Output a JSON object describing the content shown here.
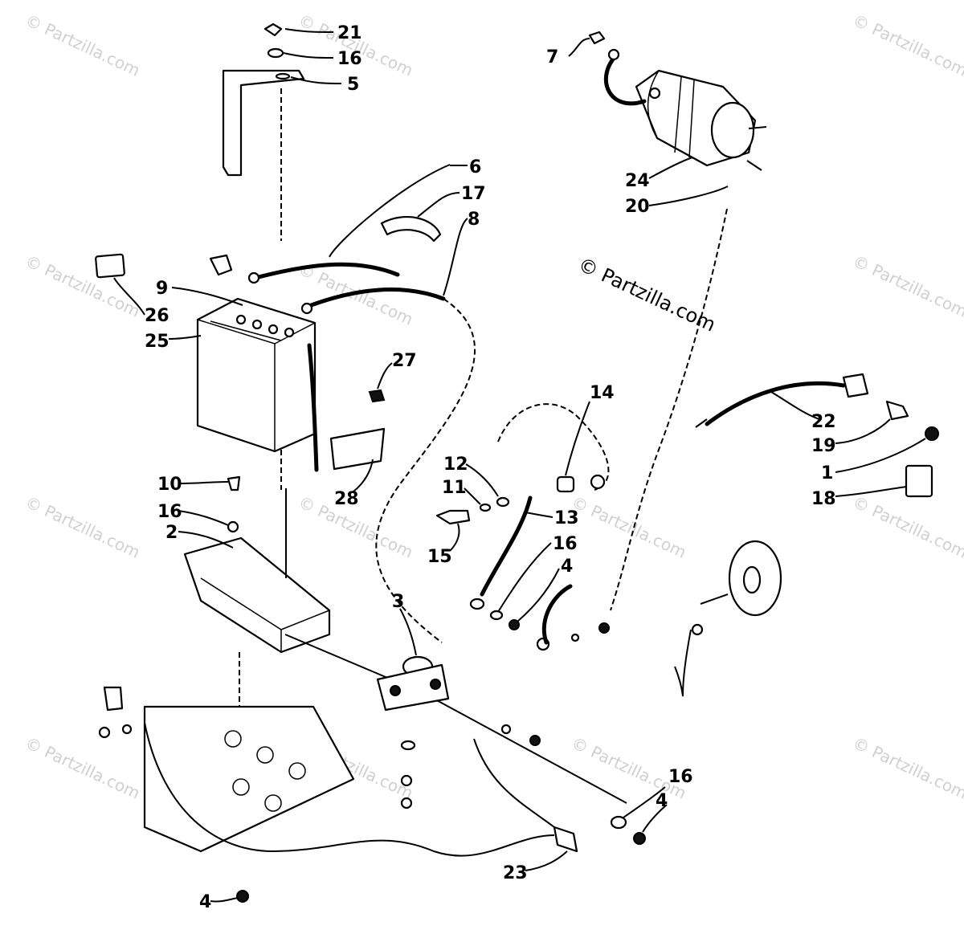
{
  "watermark": {
    "brand": "© Partzilla.com"
  },
  "callouts": [
    {
      "id": "c21a",
      "label": "21"
    },
    {
      "id": "c16a",
      "label": "16"
    },
    {
      "id": "c5",
      "label": "5"
    },
    {
      "id": "c7",
      "label": "7"
    },
    {
      "id": "c6",
      "label": "6"
    },
    {
      "id": "c17",
      "label": "17"
    },
    {
      "id": "c8",
      "label": "8"
    },
    {
      "id": "c24",
      "label": "24"
    },
    {
      "id": "c20",
      "label": "20"
    },
    {
      "id": "c9",
      "label": "9"
    },
    {
      "id": "c26",
      "label": "26"
    },
    {
      "id": "c25",
      "label": "25"
    },
    {
      "id": "c27",
      "label": "27"
    },
    {
      "id": "c14",
      "label": "14"
    },
    {
      "id": "c22",
      "label": "22"
    },
    {
      "id": "c19",
      "label": "19"
    },
    {
      "id": "c1",
      "label": "1"
    },
    {
      "id": "c18",
      "label": "18"
    },
    {
      "id": "c10",
      "label": "10"
    },
    {
      "id": "c12",
      "label": "12"
    },
    {
      "id": "c11",
      "label": "11"
    },
    {
      "id": "c16b",
      "label": "16"
    },
    {
      "id": "c28",
      "label": "28"
    },
    {
      "id": "c13",
      "label": "13"
    },
    {
      "id": "c2",
      "label": "2"
    },
    {
      "id": "c16c",
      "label": "16"
    },
    {
      "id": "c15",
      "label": "15"
    },
    {
      "id": "c4a",
      "label": "4"
    },
    {
      "id": "c3",
      "label": "3"
    },
    {
      "id": "c16d",
      "label": "16"
    },
    {
      "id": "c4b",
      "label": "4"
    },
    {
      "id": "c23",
      "label": "23"
    },
    {
      "id": "c4c",
      "label": "4"
    }
  ]
}
